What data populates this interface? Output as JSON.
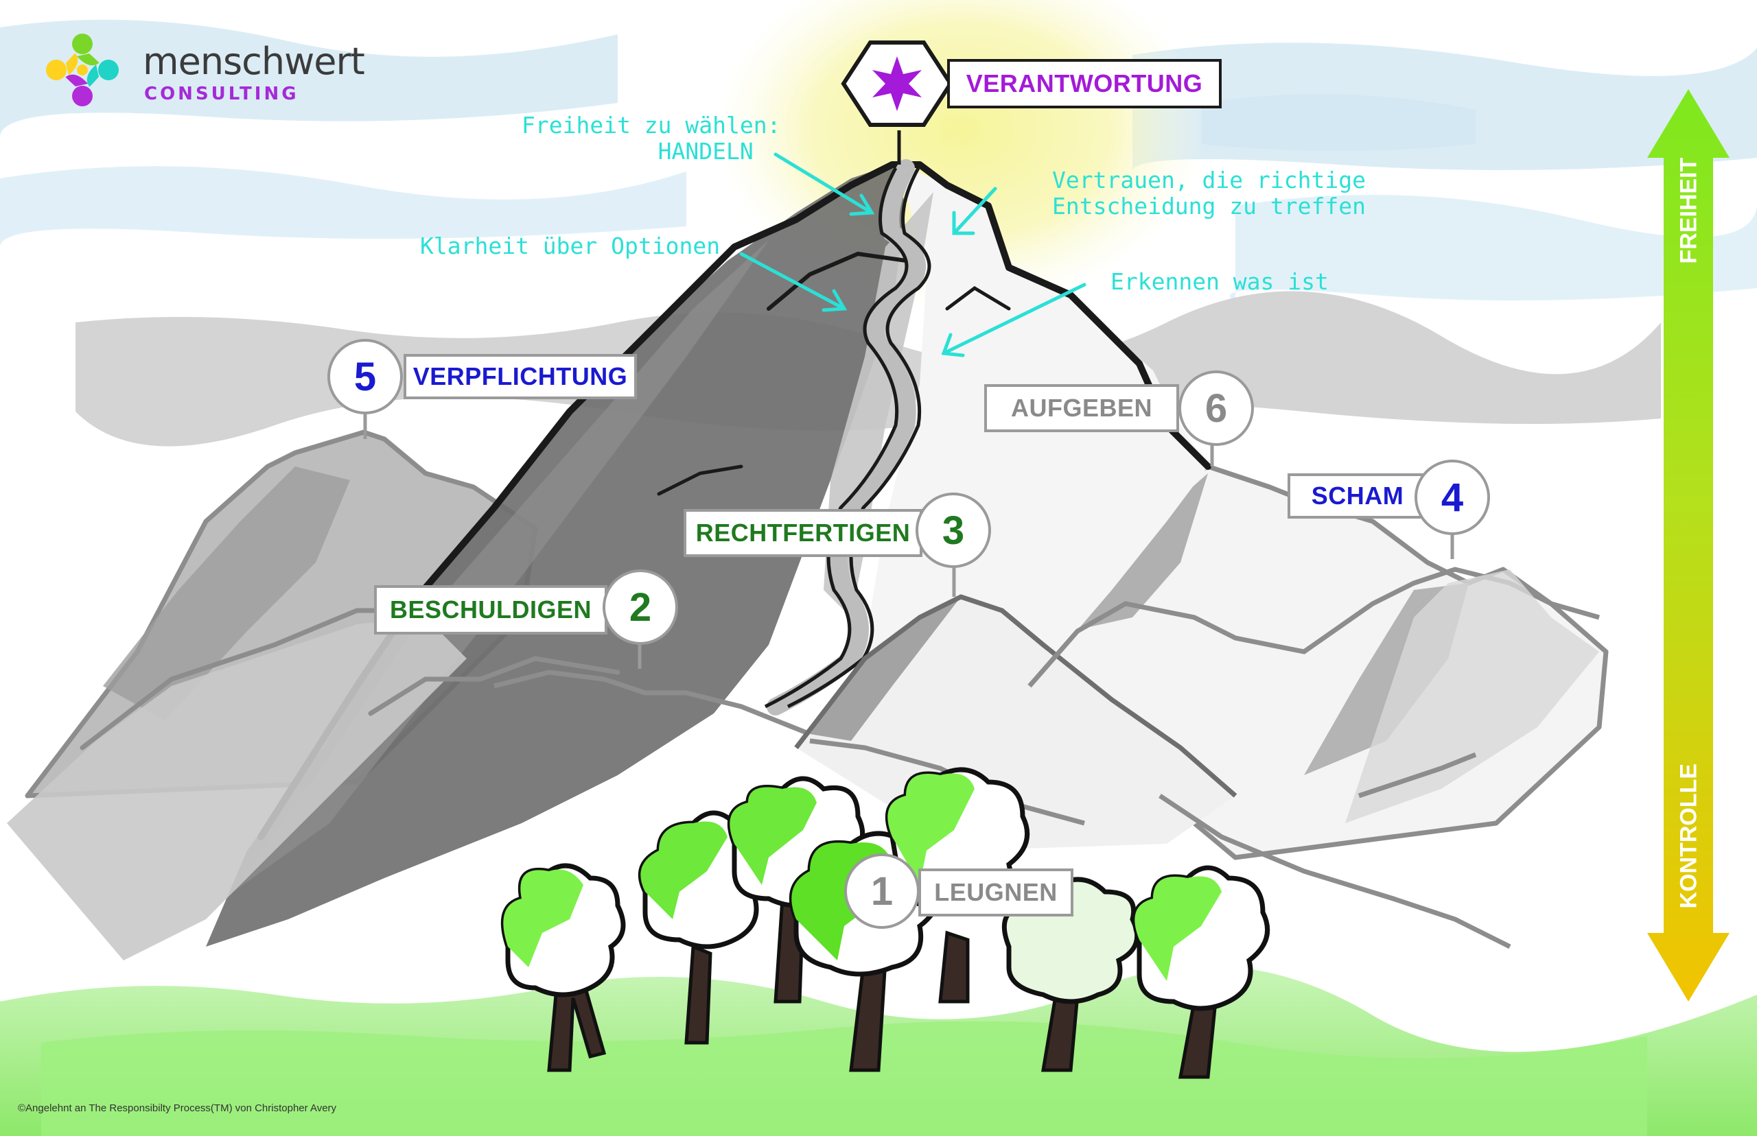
{
  "logo": {
    "name": "menschwert",
    "sub": "CONSULTING"
  },
  "peak": {
    "label": "VERANTWORTUNG",
    "color": "#a31ad8"
  },
  "levels": [
    {
      "num": "1",
      "label": "LEUGNEN",
      "color": "#8a8a8a"
    },
    {
      "num": "2",
      "label": "BESCHULDIGEN",
      "color": "#1f7a1f"
    },
    {
      "num": "3",
      "label": "RECHTFERTIGEN",
      "color": "#1f7a1f"
    },
    {
      "num": "4",
      "label": "SCHAM",
      "color": "#1a1ad0"
    },
    {
      "num": "5",
      "label": "VERPFLICHTUNG",
      "color": "#1a1ad0"
    },
    {
      "num": "6",
      "label": "AUFGEBEN",
      "color": "#8a8a8a"
    }
  ],
  "notes": {
    "freiheit": "Freiheit zu wählen:\n          HANDELN",
    "vertrauen": "Vertrauen, die richtige\nEntscheidung zu treffen",
    "klarheit": "Klarheit über Optionen",
    "erkennen": "Erkennen was ist"
  },
  "axis": {
    "top": "FREIHEIT",
    "bottom": "KONTROLLE"
  },
  "footnote": "©Angelehnt an The Responsibilty Process(TM) von Christopher Avery"
}
